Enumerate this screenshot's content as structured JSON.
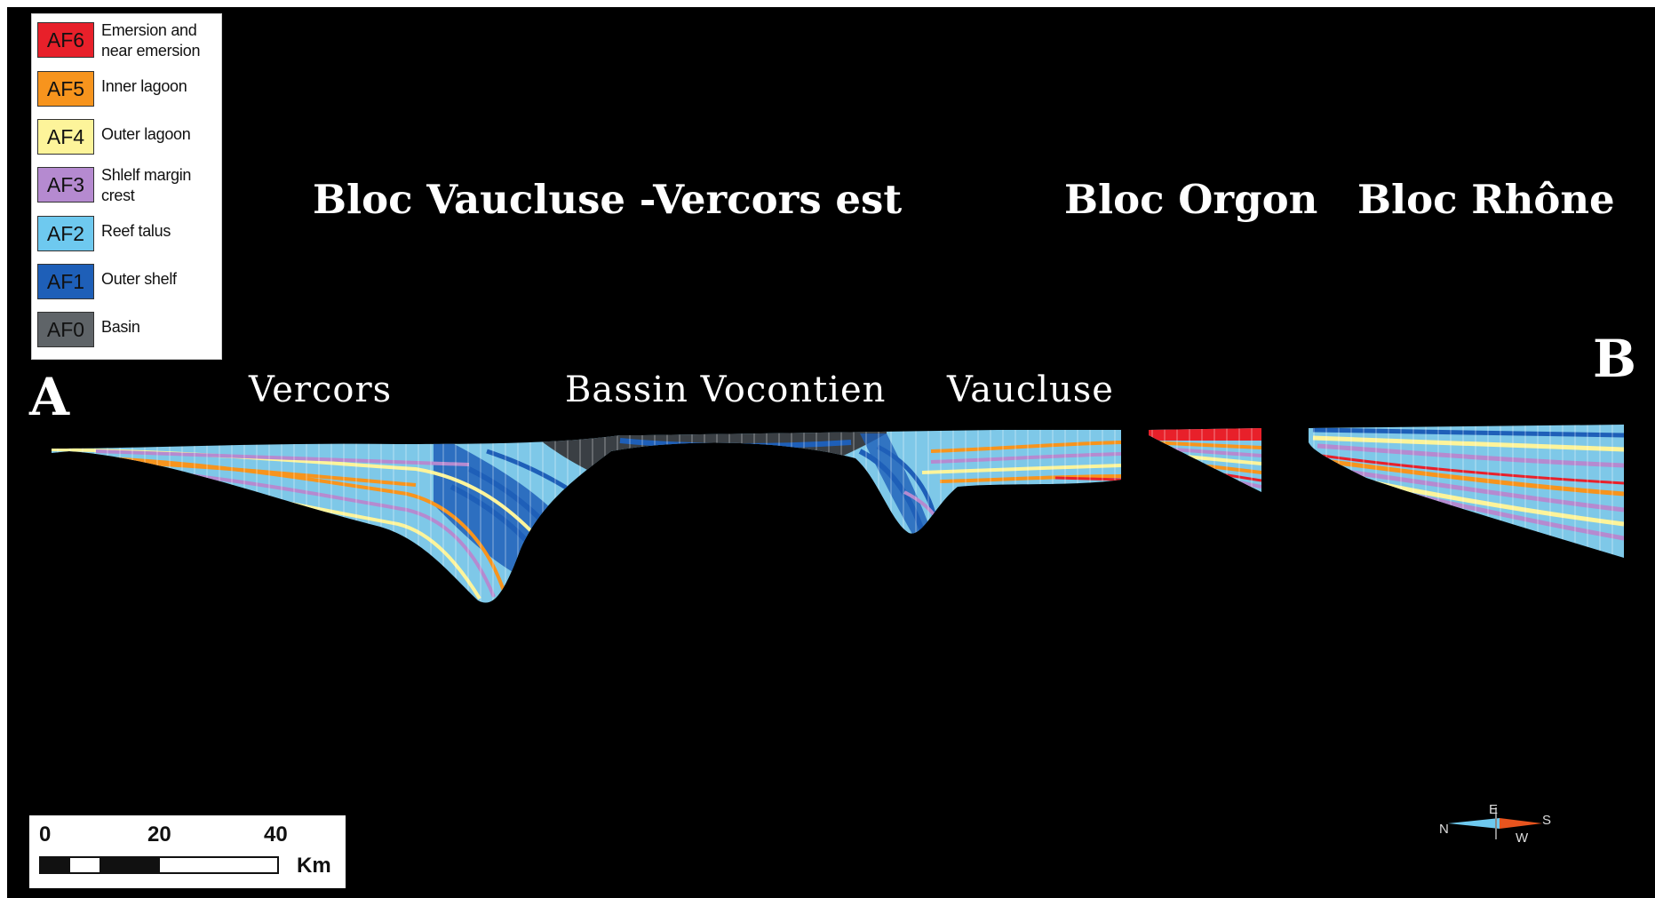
{
  "titles": {
    "block_1": "Bloc Vaucluse -Vercors est",
    "block_2": "Bloc Orgon",
    "block_3": "Bloc Rhône"
  },
  "endpoints": {
    "start": "A",
    "end": "B"
  },
  "regions": {
    "vercors": "Vercors",
    "bassin": "Bassin Vocontien",
    "vaucluse": "Vaucluse"
  },
  "legend": {
    "items": [
      {
        "code": "AF6",
        "label": "Emersion and near emersion",
        "color": "#e8202a"
      },
      {
        "code": "AF5",
        "label": "Inner lagoon",
        "color": "#f7941d"
      },
      {
        "code": "AF4",
        "label": "Outer lagoon",
        "color": "#fdf49a"
      },
      {
        "code": "AF3",
        "label": "Shlelf margin crest",
        "color": "#b58ad0"
      },
      {
        "code": "AF2",
        "label": "Reef talus",
        "color": "#6ec9ef"
      },
      {
        "code": "AF1",
        "label": "Outer shelf",
        "color": "#1e5fb8"
      },
      {
        "code": "AF0",
        "label": "Basin",
        "color": "#5f6468"
      }
    ]
  },
  "scale": {
    "ticks": [
      "0",
      "20",
      "40"
    ],
    "unit": "Km"
  },
  "compass": {
    "n": "N",
    "s": "S",
    "e": "E",
    "w": "W"
  },
  "colors": {
    "background": "#000000",
    "emersion": "#e8202a",
    "inner_lagoon": "#f7941d",
    "outer_lagoon": "#fdf49a",
    "margin_crest": "#b58ad0",
    "reef_talus": "#6ec9ef",
    "outer_shelf": "#1e5fb8",
    "basin": "#5f6468"
  }
}
